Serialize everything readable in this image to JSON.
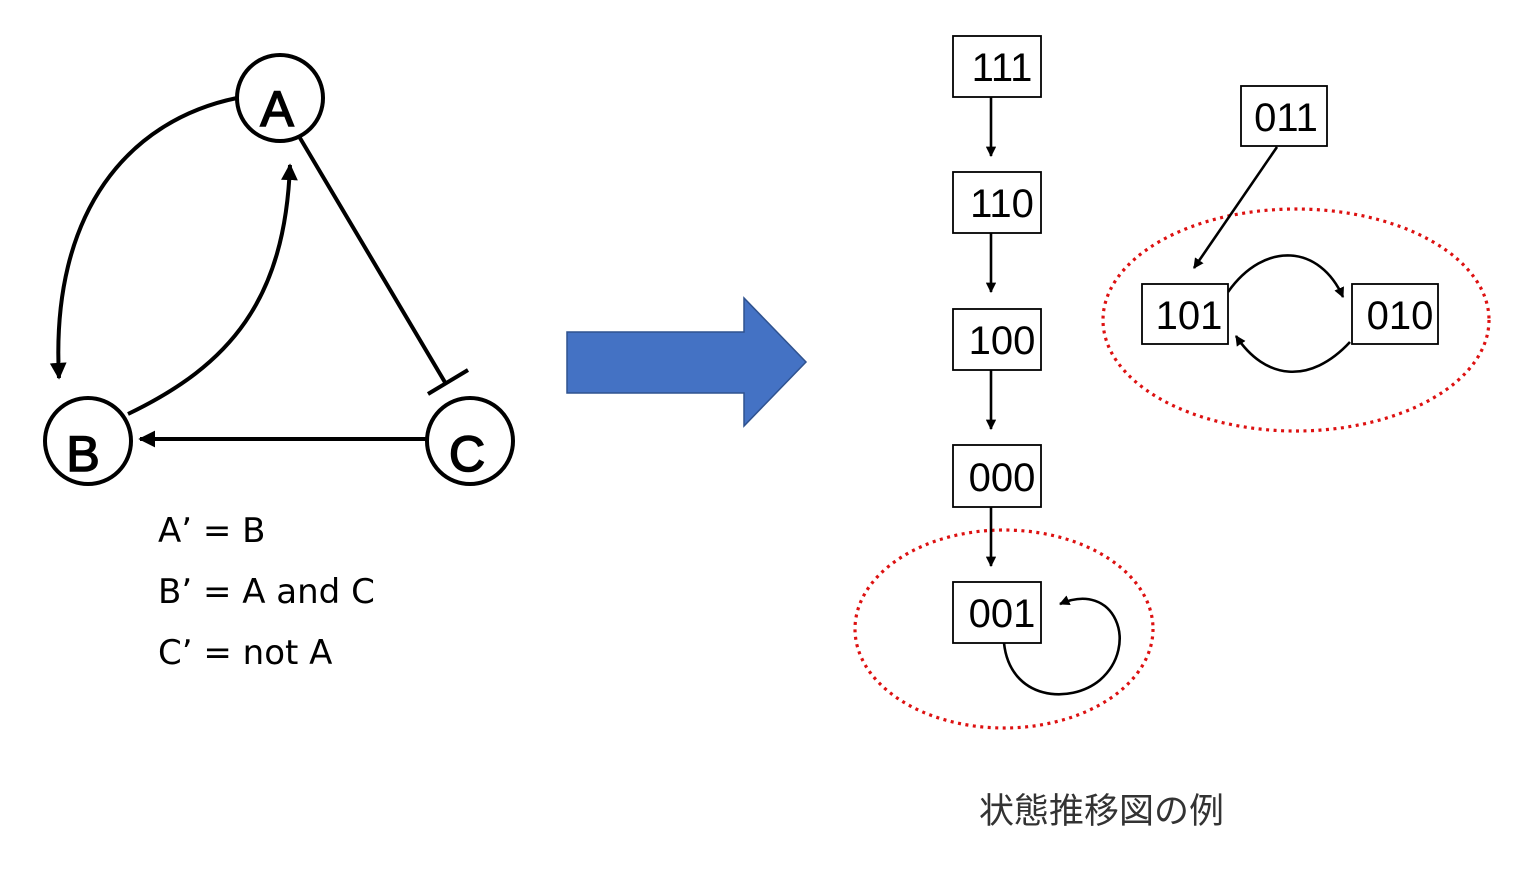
{
  "network": {
    "nodes": [
      {
        "id": "A",
        "label": "A"
      },
      {
        "id": "B",
        "label": "B"
      },
      {
        "id": "C",
        "label": "C"
      }
    ],
    "edges": [
      {
        "from": "A",
        "to": "B",
        "type": "activation"
      },
      {
        "from": "B",
        "to": "A",
        "type": "activation"
      },
      {
        "from": "C",
        "to": "B",
        "type": "activation"
      },
      {
        "from": "A",
        "to": "C",
        "type": "inhibition"
      }
    ],
    "rules": [
      "A’ = B",
      "B’ = A and C",
      "C’ = not A"
    ]
  },
  "arrow_color": "#4472c4",
  "attractor_color": "#dd1111",
  "state_transition_diagram": {
    "states": [
      "111",
      "110",
      "100",
      "000",
      "001",
      "011",
      "101",
      "010"
    ],
    "transitions": [
      {
        "from": "111",
        "to": "110"
      },
      {
        "from": "110",
        "to": "100"
      },
      {
        "from": "100",
        "to": "000"
      },
      {
        "from": "000",
        "to": "001"
      },
      {
        "from": "001",
        "to": "001"
      },
      {
        "from": "011",
        "to": "101"
      },
      {
        "from": "101",
        "to": "010"
      },
      {
        "from": "010",
        "to": "101"
      }
    ],
    "attractors": [
      {
        "states": [
          "001"
        ]
      },
      {
        "states": [
          "101",
          "010"
        ]
      }
    ],
    "caption": "状態推移図の例"
  }
}
